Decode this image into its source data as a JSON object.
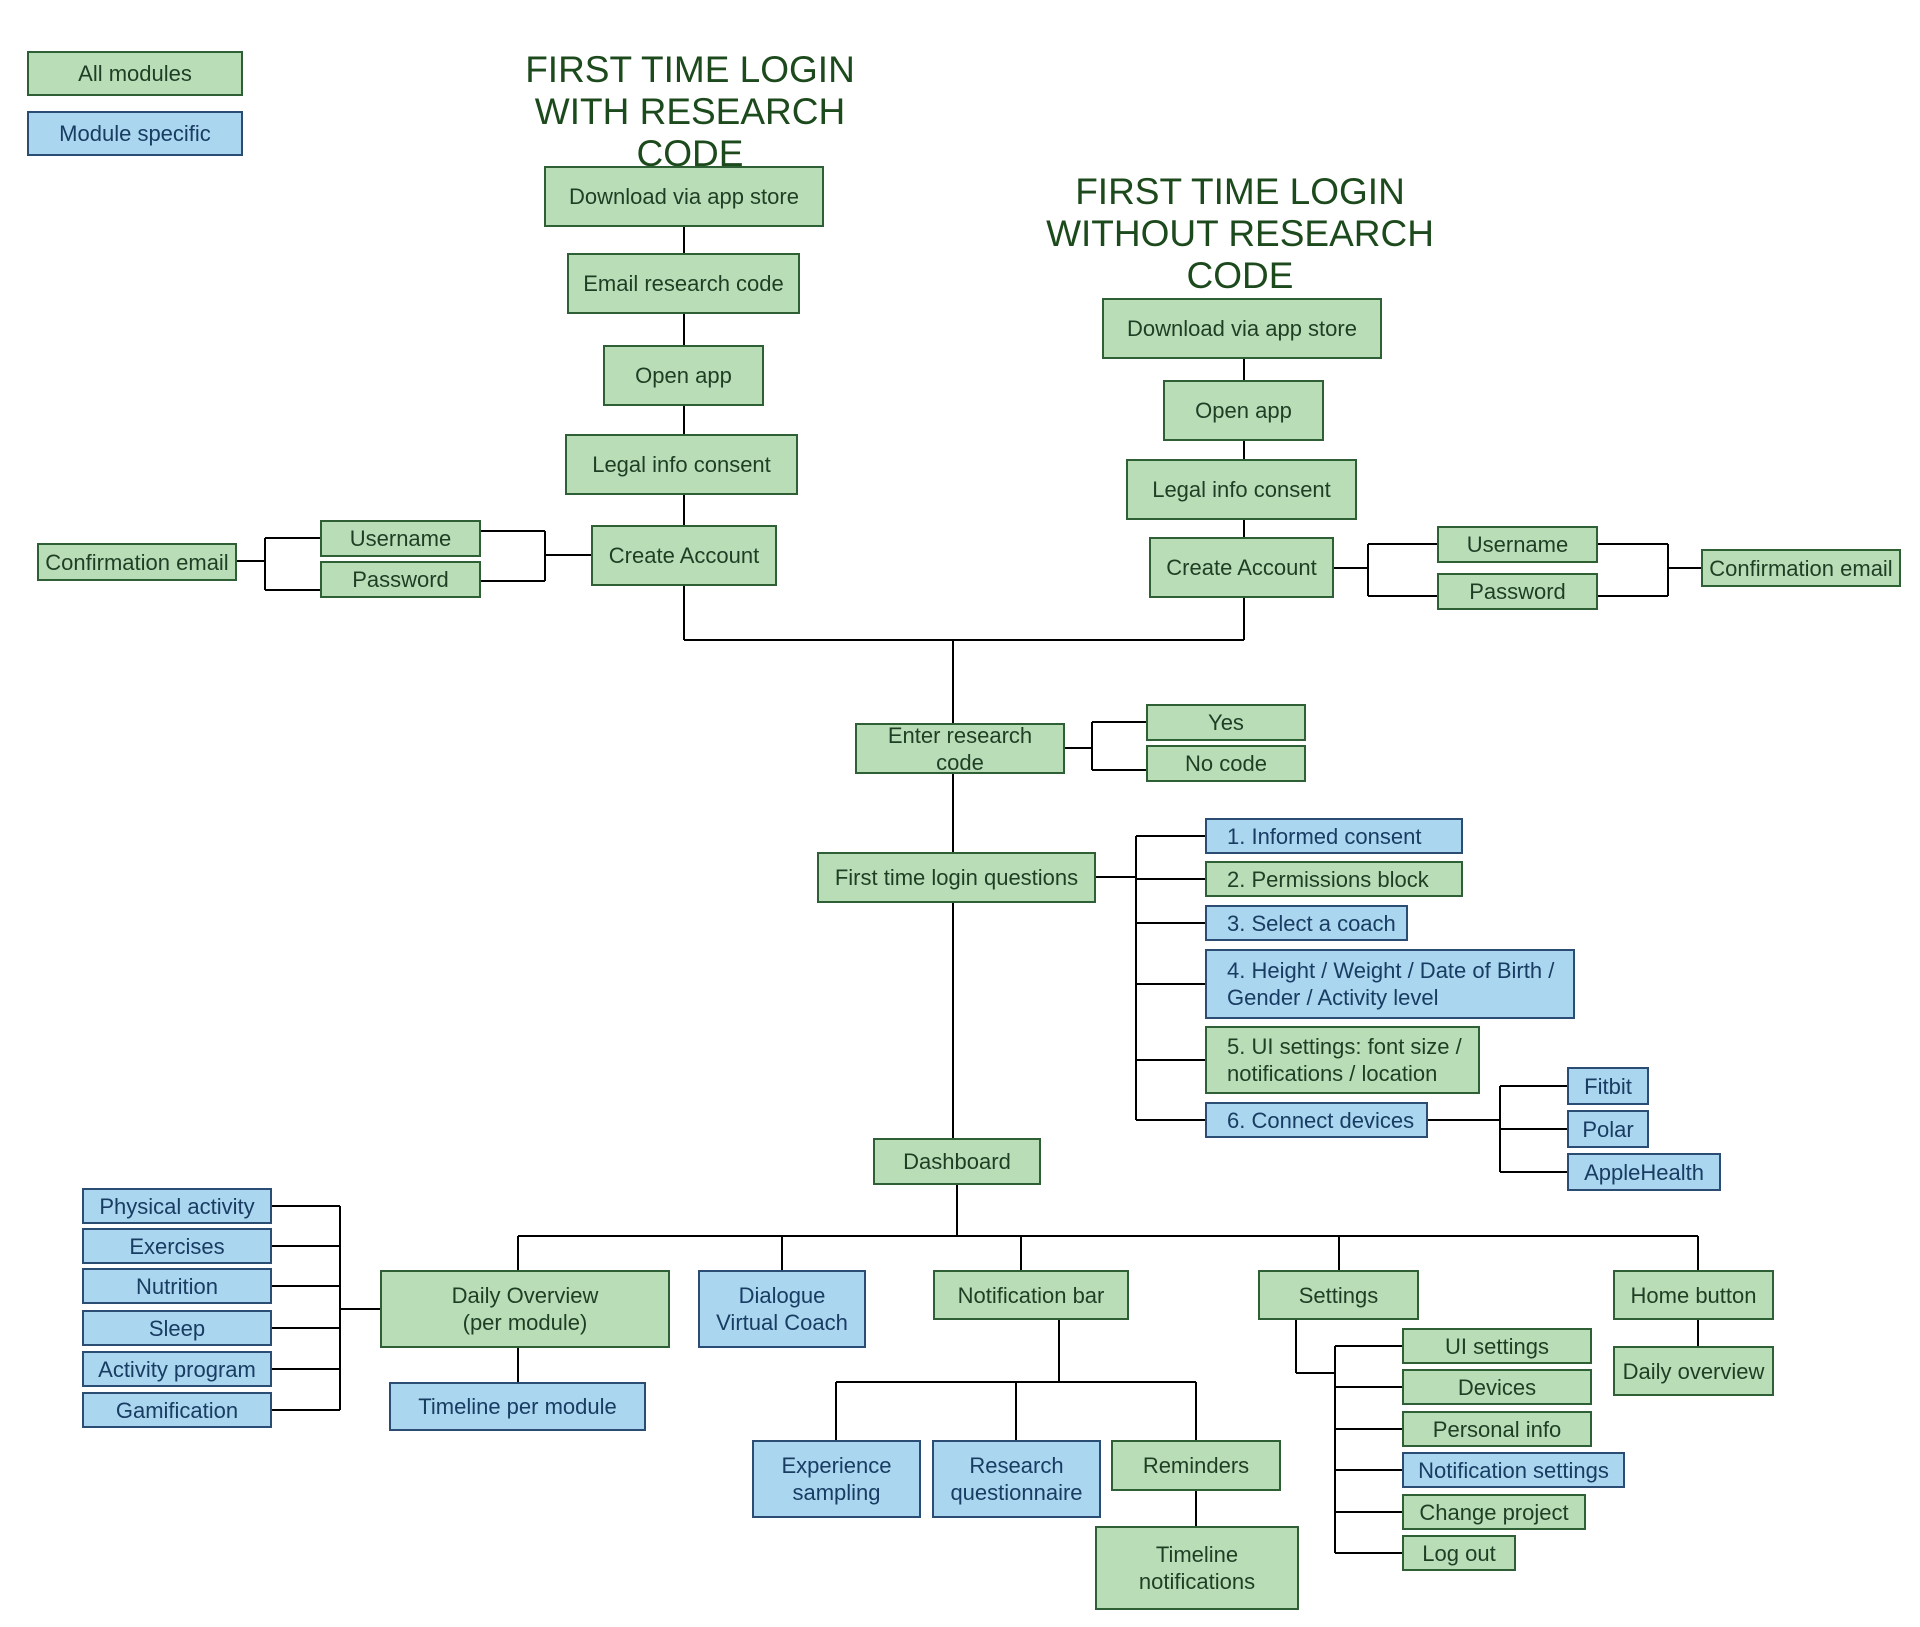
{
  "legend": {
    "all_modules": "All modules",
    "module_specific": "Module specific"
  },
  "colors": {
    "all_modules": "#b9ddb7",
    "module_specific": "#abd6ef",
    "title": "#1d4a1d",
    "line": "#000000"
  },
  "titles": {
    "with_code": "FIRST TIME LOGIN\nWITH RESEARCH CODE",
    "without_code": "FIRST TIME LOGIN\nWITHOUT RESEARCH CODE"
  },
  "with_code": {
    "download": "Download via app store",
    "email_code": "Email research code",
    "open_app": "Open app",
    "legal": "Legal info consent",
    "create_account": "Create Account",
    "username": "Username",
    "password": "Password",
    "confirmation": "Confirmation email"
  },
  "without_code": {
    "download": "Download via app store",
    "open_app": "Open app",
    "legal": "Legal info consent",
    "create_account": "Create Account",
    "username": "Username",
    "password": "Password",
    "confirmation": "Confirmation email"
  },
  "research_code": {
    "enter": "Enter research code",
    "yes": "Yes",
    "no_code": "No code"
  },
  "first_login": {
    "label": "First time login questions",
    "q1": "1. Informed consent",
    "q2": "2. Permissions block",
    "q3": "3. Select a coach",
    "q4": "4. Height / Weight / Date of Birth /\n    Gender / Activity level",
    "q5": "5. UI settings: font size /\n    notifications / location",
    "q6": "6. Connect devices",
    "fitbit": "Fitbit",
    "polar": "Polar",
    "applehealth": "AppleHealth"
  },
  "dashboard": {
    "label": "Dashboard",
    "daily_overview": "Daily Overview\n(per module)",
    "timeline_module": "Timeline per module",
    "modules": [
      "Physical activity",
      "Exercises",
      "Nutrition",
      "Sleep",
      "Activity program",
      "Gamification"
    ],
    "dialogue": "Dialogue\nVirtual Coach",
    "notification_bar": "Notification bar",
    "experience": "Experience\nsampling",
    "research_q": "Research\nquestionnaire",
    "reminders": "Reminders",
    "timeline_notif": "Timeline\nnotifications",
    "settings": "Settings",
    "settings_items": [
      "UI settings",
      "Devices",
      "Personal info",
      "Notification settings",
      "Change project",
      "Log out"
    ],
    "home": "Home button",
    "home_daily": "Daily overview"
  }
}
